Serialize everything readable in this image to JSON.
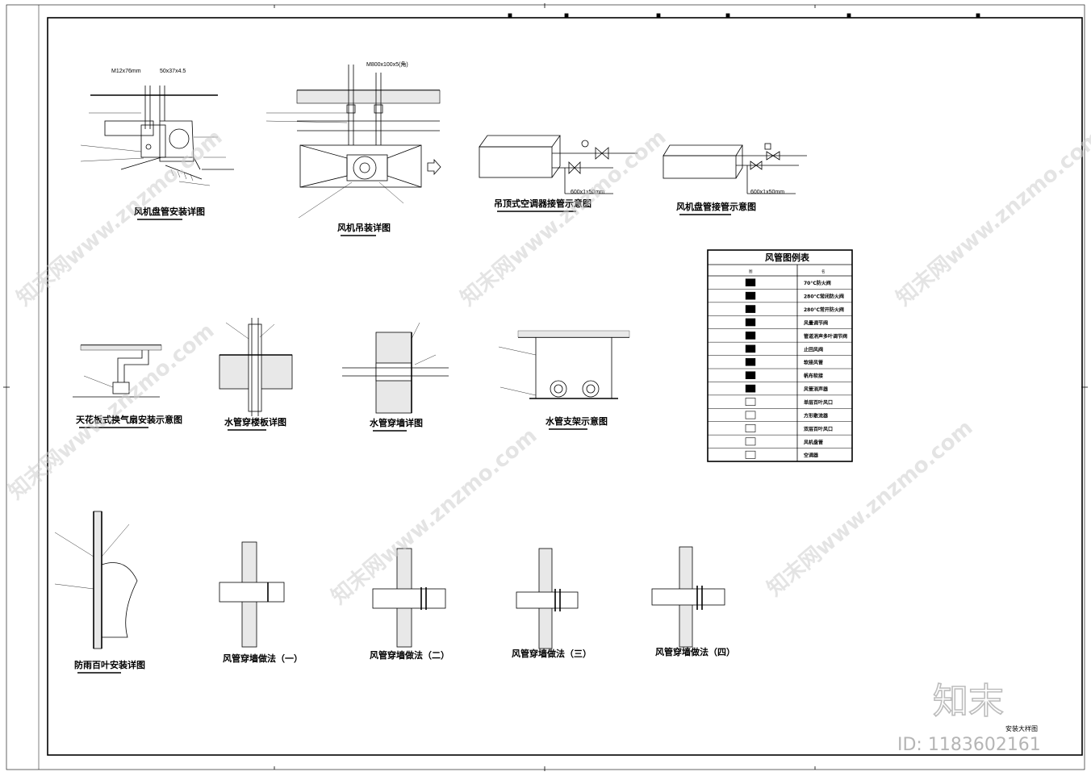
{
  "sheet": {
    "subtitle": "安装大样图",
    "logo": "知末",
    "id_text": "ID: 1183602161"
  },
  "watermark": {
    "text": "知末网www.znzmo.com"
  },
  "details": {
    "fcu_install": {
      "caption": "风机盘管安装详图",
      "dim_bolt": "M12x76mm",
      "dim_angle": "50x37x4.5"
    },
    "fan_hanging": {
      "caption": "风机吊装详图",
      "dim_angle": "M800x100x5(角)"
    },
    "ahu_pipe": {
      "caption": "吊顶式空调器接管示意图",
      "dim": "600x1x50mm"
    },
    "fcu_pipe": {
      "caption": "风机盘管接管示意图",
      "dim": "600x1x50mm"
    },
    "ceiling_fan": {
      "caption": "天花板式换气扇安装示意图"
    },
    "pipe_floor": {
      "caption": "水管穿楼板详图"
    },
    "pipe_wall": {
      "caption": "水管穿墙详图"
    },
    "pipe_support": {
      "caption": "水管支架示意图"
    },
    "louver": {
      "caption": "防雨百叶安装详图"
    },
    "duct_wall_1": {
      "caption": "风管穿墙做法（一）"
    },
    "duct_wall_2": {
      "caption": "风管穿墙做法（二）"
    },
    "duct_wall_3": {
      "caption": "风管穿墙做法（三）"
    },
    "duct_wall_4": {
      "caption": "风管穿墙做法（四）"
    }
  },
  "legend": {
    "title": "风管图例表",
    "head_symbol": "图",
    "head_name": "名",
    "rows": [
      "70°C防火阀",
      "280°C常闭防火阀",
      "280°C常开防火阀",
      "风量调节阀",
      "管道消声多叶调节阀",
      "止回风阀",
      "软接风管",
      "帆布软接",
      "风管消声器",
      "单层百叶风口",
      "方形散流器",
      "双层百叶风口",
      "风机盘管",
      "空调器"
    ]
  }
}
